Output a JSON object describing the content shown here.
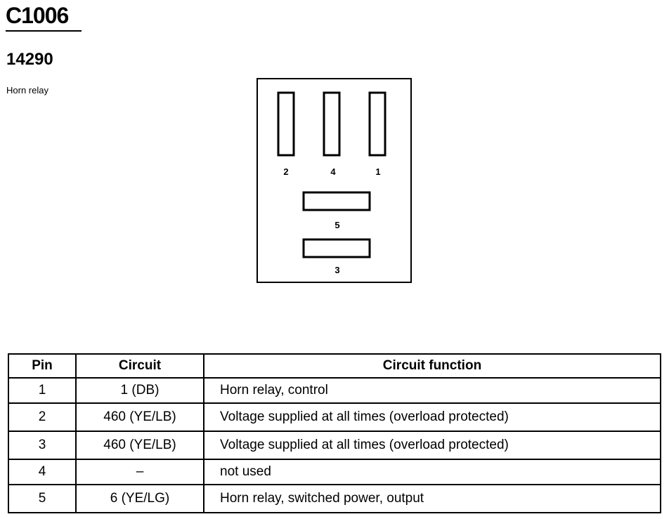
{
  "header": {
    "connector_id": "C1006",
    "part_number": "14290",
    "description": "Horn relay"
  },
  "connector": {
    "pin_labels": [
      "2",
      "4",
      "1",
      "5",
      "3"
    ]
  },
  "table": {
    "headers": [
      "Pin",
      "Circuit",
      "Circuit function"
    ],
    "rows": [
      {
        "pin": "1",
        "circuit": "1 (DB)",
        "function": "Horn relay, control"
      },
      {
        "pin": "2",
        "circuit": "460 (YE/LB)",
        "function": "Voltage supplied at all times (overload protected)"
      },
      {
        "pin": "3",
        "circuit": "460 (YE/LB)",
        "function": "Voltage supplied at all times (overload protected)"
      },
      {
        "pin": "4",
        "circuit": "–",
        "function": "not used"
      },
      {
        "pin": "5",
        "circuit": "6 (YE/LG)",
        "function": "Horn relay, switched power, output"
      }
    ]
  }
}
